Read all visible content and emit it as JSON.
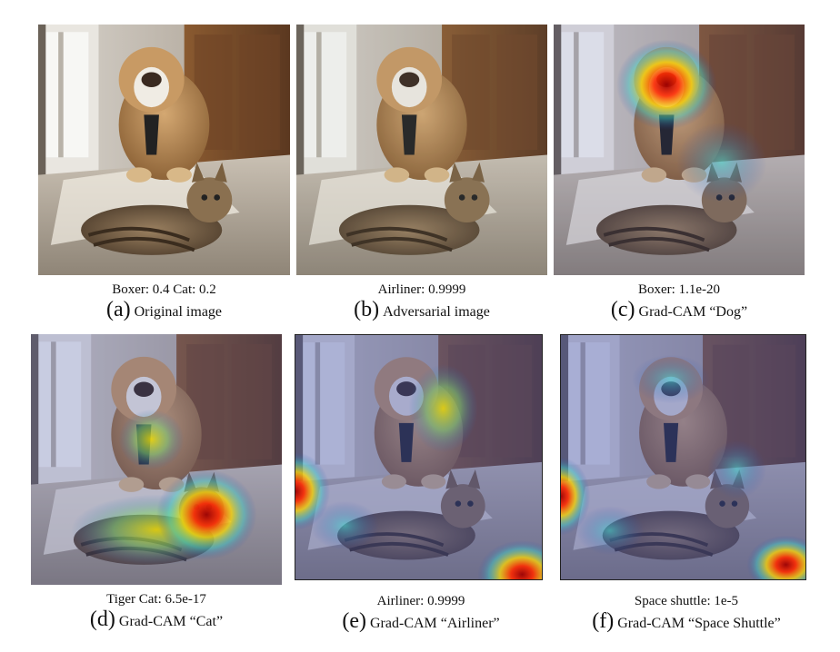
{
  "panels": [
    {
      "letter": "(a)",
      "caption": "Original image",
      "score": "Boxer: 0.4 Cat: 0.2",
      "overlay": "none",
      "tint": "normal"
    },
    {
      "letter": "(b)",
      "caption": "Adversarial image",
      "score": "Airliner: 0.9999",
      "overlay": "none",
      "tint": "normal"
    },
    {
      "letter": "(c)",
      "caption": "Grad-CAM “Dog”",
      "score": "Boxer: 1.1e-20",
      "overlay": "heatmap-dog-face",
      "tint": "blue"
    },
    {
      "letter": "(d)",
      "caption": "Grad-CAM “Cat”",
      "score": "Tiger Cat: 6.5e-17",
      "overlay": "heatmap-cat",
      "tint": "blue"
    },
    {
      "letter": "(e)",
      "caption": "Grad-CAM “Airliner”",
      "score": "Airliner: 0.9999",
      "overlay": "heatmap-airliner",
      "tint": "blue"
    },
    {
      "letter": "(f)",
      "caption": "Grad-CAM “Space Shuttle”",
      "score": "Space shuttle: 1e-5",
      "overlay": "heatmap-space-shuttle",
      "tint": "blue"
    }
  ],
  "colors": {
    "heat_hot": "#c00000",
    "heat_warm": "#ffdd00",
    "heat_cool": "#3a7bd5",
    "heat_tint": "#3b4aa8"
  }
}
